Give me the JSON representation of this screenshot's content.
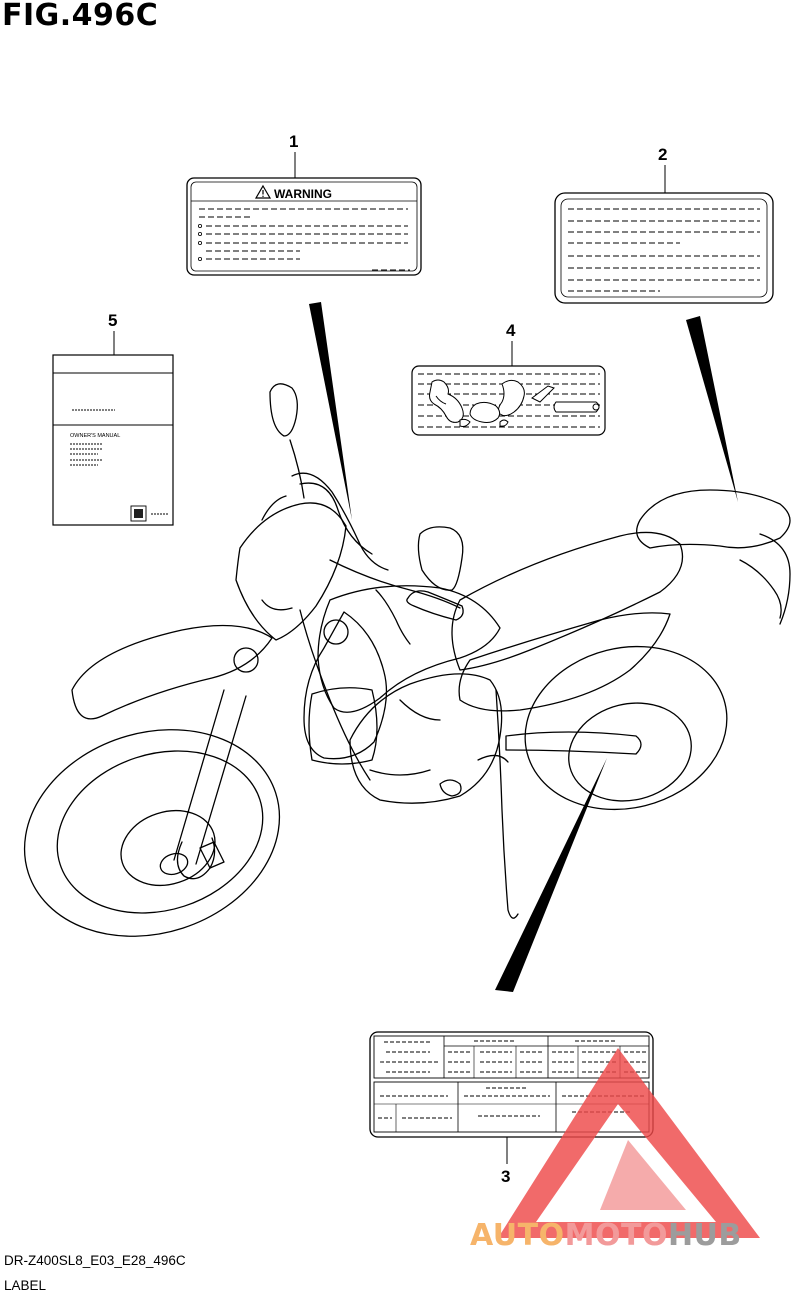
{
  "figure": {
    "title": "FIG.496C"
  },
  "callouts": [
    "1",
    "2",
    "3",
    "4",
    "5"
  ],
  "labels": {
    "warning_label_heading": "WARNING",
    "owners_manual_caption": "OWNER'S MANUAL"
  },
  "footer": {
    "diagram_code": "DR-Z400SL8_E03_E28_496C",
    "section_name": "LABEL"
  },
  "watermark": {
    "part1": "AUTO",
    "part2": "MOTO",
    "part3": "HUB",
    "colors": {
      "auto": "#f6b46a",
      "moto": "#f29a9a",
      "hub": "#9c9c9c",
      "triangle": "#ee4a4a"
    }
  }
}
